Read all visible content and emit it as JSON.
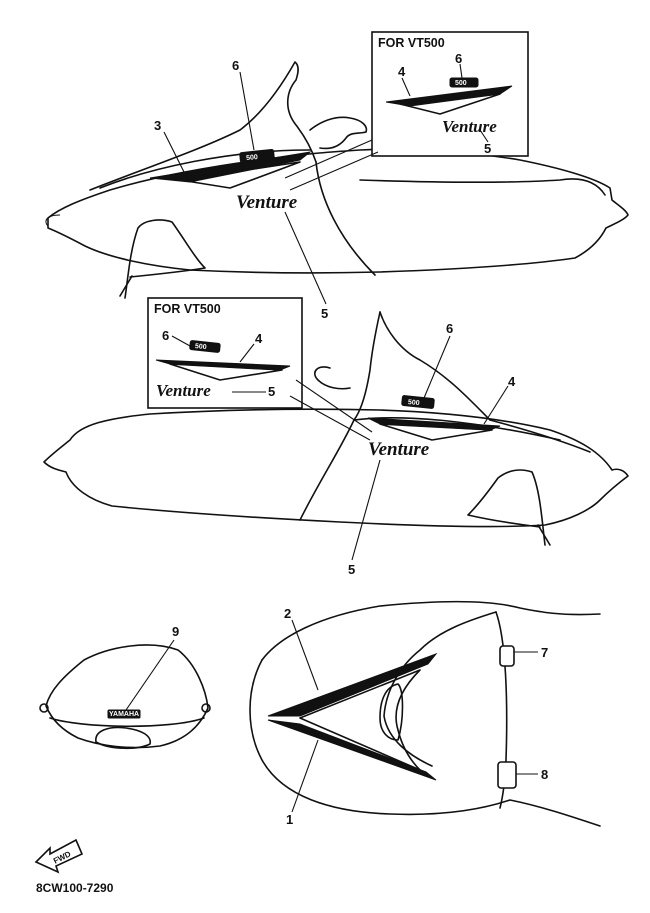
{
  "inset_title": "FOR VT500",
  "callouts": {
    "c1": "1",
    "c2": "2",
    "c3": "3",
    "c4": "4",
    "c5": "5",
    "c6": "6",
    "c7": "7",
    "c8": "8",
    "c9": "9"
  },
  "emblem_text": "Venture",
  "badge_text": "500",
  "windshield_badge": "YAMAHA",
  "fwd_label": "FWD",
  "part_code": "8CW100-7290"
}
